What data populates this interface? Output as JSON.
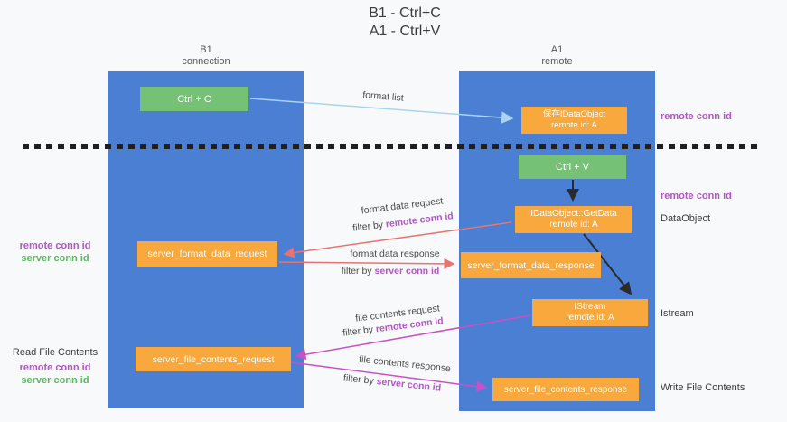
{
  "title": {
    "line1": "B1 - Ctrl+C",
    "line2": "A1 - Ctrl+V"
  },
  "lanes": {
    "b1": {
      "name": "B1",
      "subtitle": "connection"
    },
    "a1": {
      "name": "A1",
      "subtitle": "remote"
    }
  },
  "nodes": {
    "ctrl_c": {
      "label": "Ctrl + C"
    },
    "save_idataobject": {
      "line1": "保存IDataObject",
      "line2": "remote id: A"
    },
    "ctrl_v": {
      "label": "Ctrl + V"
    },
    "getdata": {
      "line1": "IDataObject::GetData",
      "line2": "remote id: A"
    },
    "server_format_data_request": {
      "label": "server_format_data_request"
    },
    "server_format_data_response": {
      "label": "server_format_data_response"
    },
    "istream": {
      "line1": "IStream",
      "line2": "remote id: A"
    },
    "server_file_contents_request": {
      "label": "server_file_contents_request"
    },
    "server_file_contents_response": {
      "label": "server_file_contents_response"
    }
  },
  "arrow_labels": {
    "format_list": "format list",
    "format_data_request": "format data request",
    "format_data_response": "format data response",
    "file_contents_request": "file contents request",
    "file_contents_response": "file contents response",
    "filter_by": "filter by",
    "remote_conn_id": "remote conn id",
    "server_conn_id": "server conn id"
  },
  "annotations": {
    "right": {
      "conn_id_top": "remote conn id",
      "conn_id_mid": "remote conn id",
      "dataobject": "DataObject",
      "istream": "Istream",
      "write_file_contents": "Write File Contents"
    },
    "left": {
      "conn_id_remote_top": "remote conn id",
      "conn_id_server_top": "server conn id",
      "read_file_contents": "Read File Contents",
      "conn_id_remote_bottom": "remote conn id",
      "conn_id_server_bottom": "server conn id"
    }
  },
  "colors": {
    "lane_blue": "#4a7fd4",
    "node_green": "#75c277",
    "node_orange": "#f8a83c",
    "conn_id_purple": "#b156c6",
    "conn_id_green": "#5cb860",
    "arrow_blue": "#a9d4f1",
    "arrow_red": "#e8736f",
    "arrow_magenta": "#cb4fc5",
    "arrow_black": "#2b2b2b"
  }
}
